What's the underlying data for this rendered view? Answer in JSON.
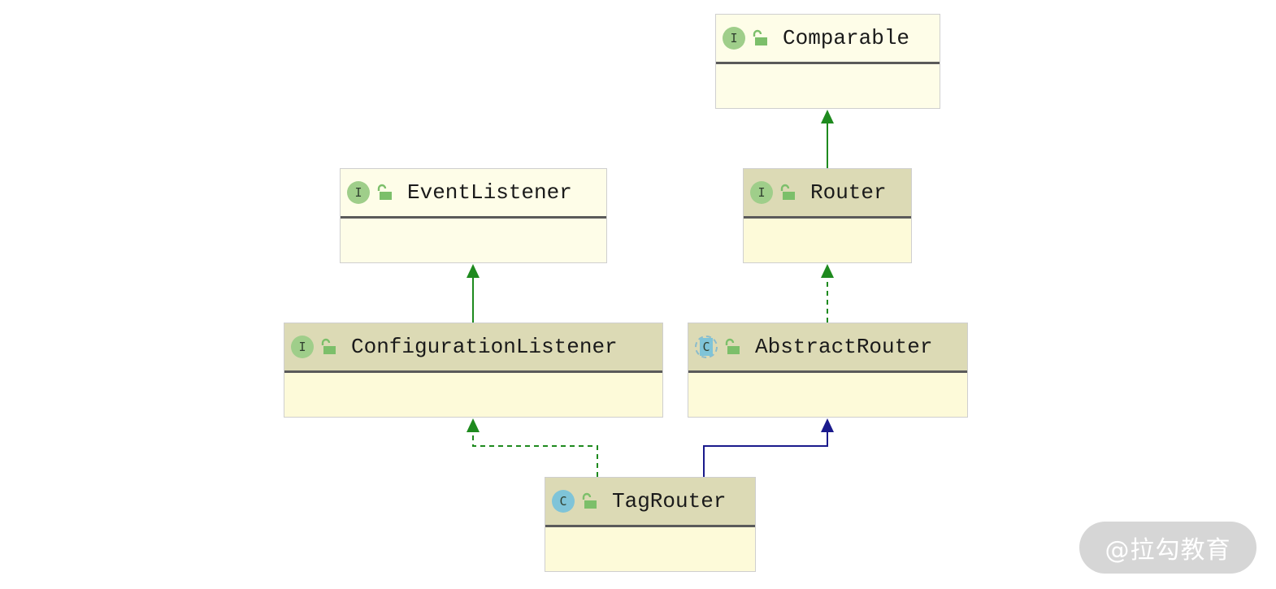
{
  "diagram": {
    "nodes": [
      {
        "id": "comparable",
        "label": "Comparable",
        "kind": "interface",
        "badge": "I"
      },
      {
        "id": "event_listener",
        "label": "EventListener",
        "kind": "interface",
        "badge": "I"
      },
      {
        "id": "router",
        "label": "Router",
        "kind": "interface",
        "badge": "I"
      },
      {
        "id": "configuration_listener",
        "label": "ConfigurationListener",
        "kind": "interface",
        "badge": "I"
      },
      {
        "id": "abstract_router",
        "label": "AbstractRouter",
        "kind": "abstract-class",
        "badge": "C"
      },
      {
        "id": "tag_router",
        "label": "TagRouter",
        "kind": "class",
        "badge": "C"
      }
    ],
    "edges": [
      {
        "from": "router",
        "to": "comparable",
        "type": "extends",
        "color": "#1e8a1e"
      },
      {
        "from": "configuration_listener",
        "to": "event_listener",
        "type": "extends",
        "color": "#1e8a1e"
      },
      {
        "from": "abstract_router",
        "to": "router",
        "type": "implements",
        "color": "#1e8a1e"
      },
      {
        "from": "tag_router",
        "to": "configuration_listener",
        "type": "implements",
        "color": "#1e8a1e"
      },
      {
        "from": "tag_router",
        "to": "abstract_router",
        "type": "extends",
        "color": "#1a1a8c"
      }
    ]
  },
  "colors": {
    "interface_badge": "#9fce8a",
    "class_badge": "#7fc4d8",
    "lock_icon": "#7cbf6a"
  },
  "icons": {
    "badge_interface": "interface-badge-icon",
    "badge_class": "class-badge-icon",
    "lock": "unlocked-padlock-icon"
  },
  "watermark": {
    "text": "@拉勾教育"
  }
}
